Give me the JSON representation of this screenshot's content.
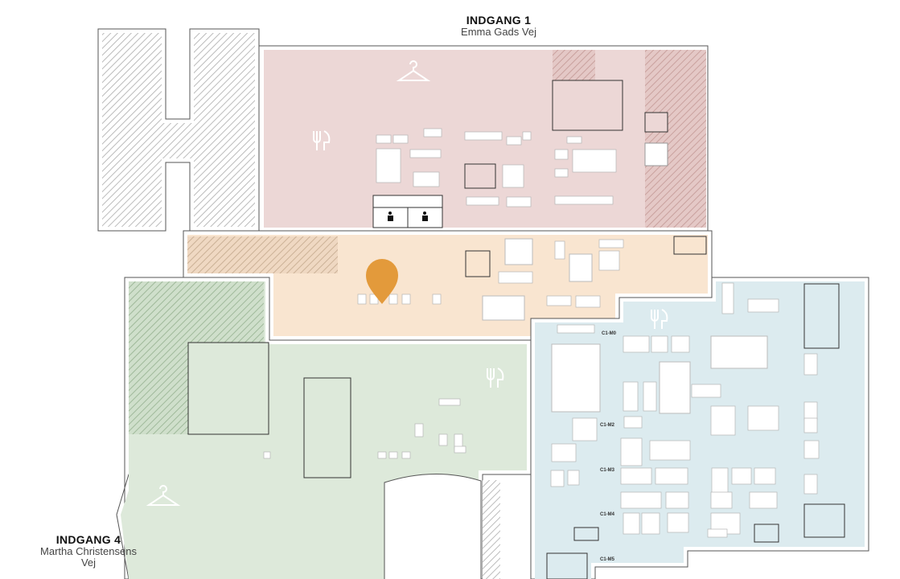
{
  "entrances": [
    {
      "title": "INDGANG 1",
      "street": "Emma Gads Vej"
    },
    {
      "title": "INDGANG 4",
      "street": "Martha Christensens Vej"
    }
  ],
  "hall_markers": [
    "C1-M0",
    "C1-M2",
    "C1-M3",
    "C1-M4",
    "C1-M5"
  ],
  "colors": {
    "pink_hall": "#ecd7d6",
    "orange_hall": "#f9e5d0",
    "green_hall": "#dde9da",
    "blue_hall": "#dcebef",
    "pin": "#e39a3b"
  },
  "icons": [
    "cloakroom-icon",
    "restaurant-icon",
    "toilet-icon",
    "location-pin-icon"
  ]
}
